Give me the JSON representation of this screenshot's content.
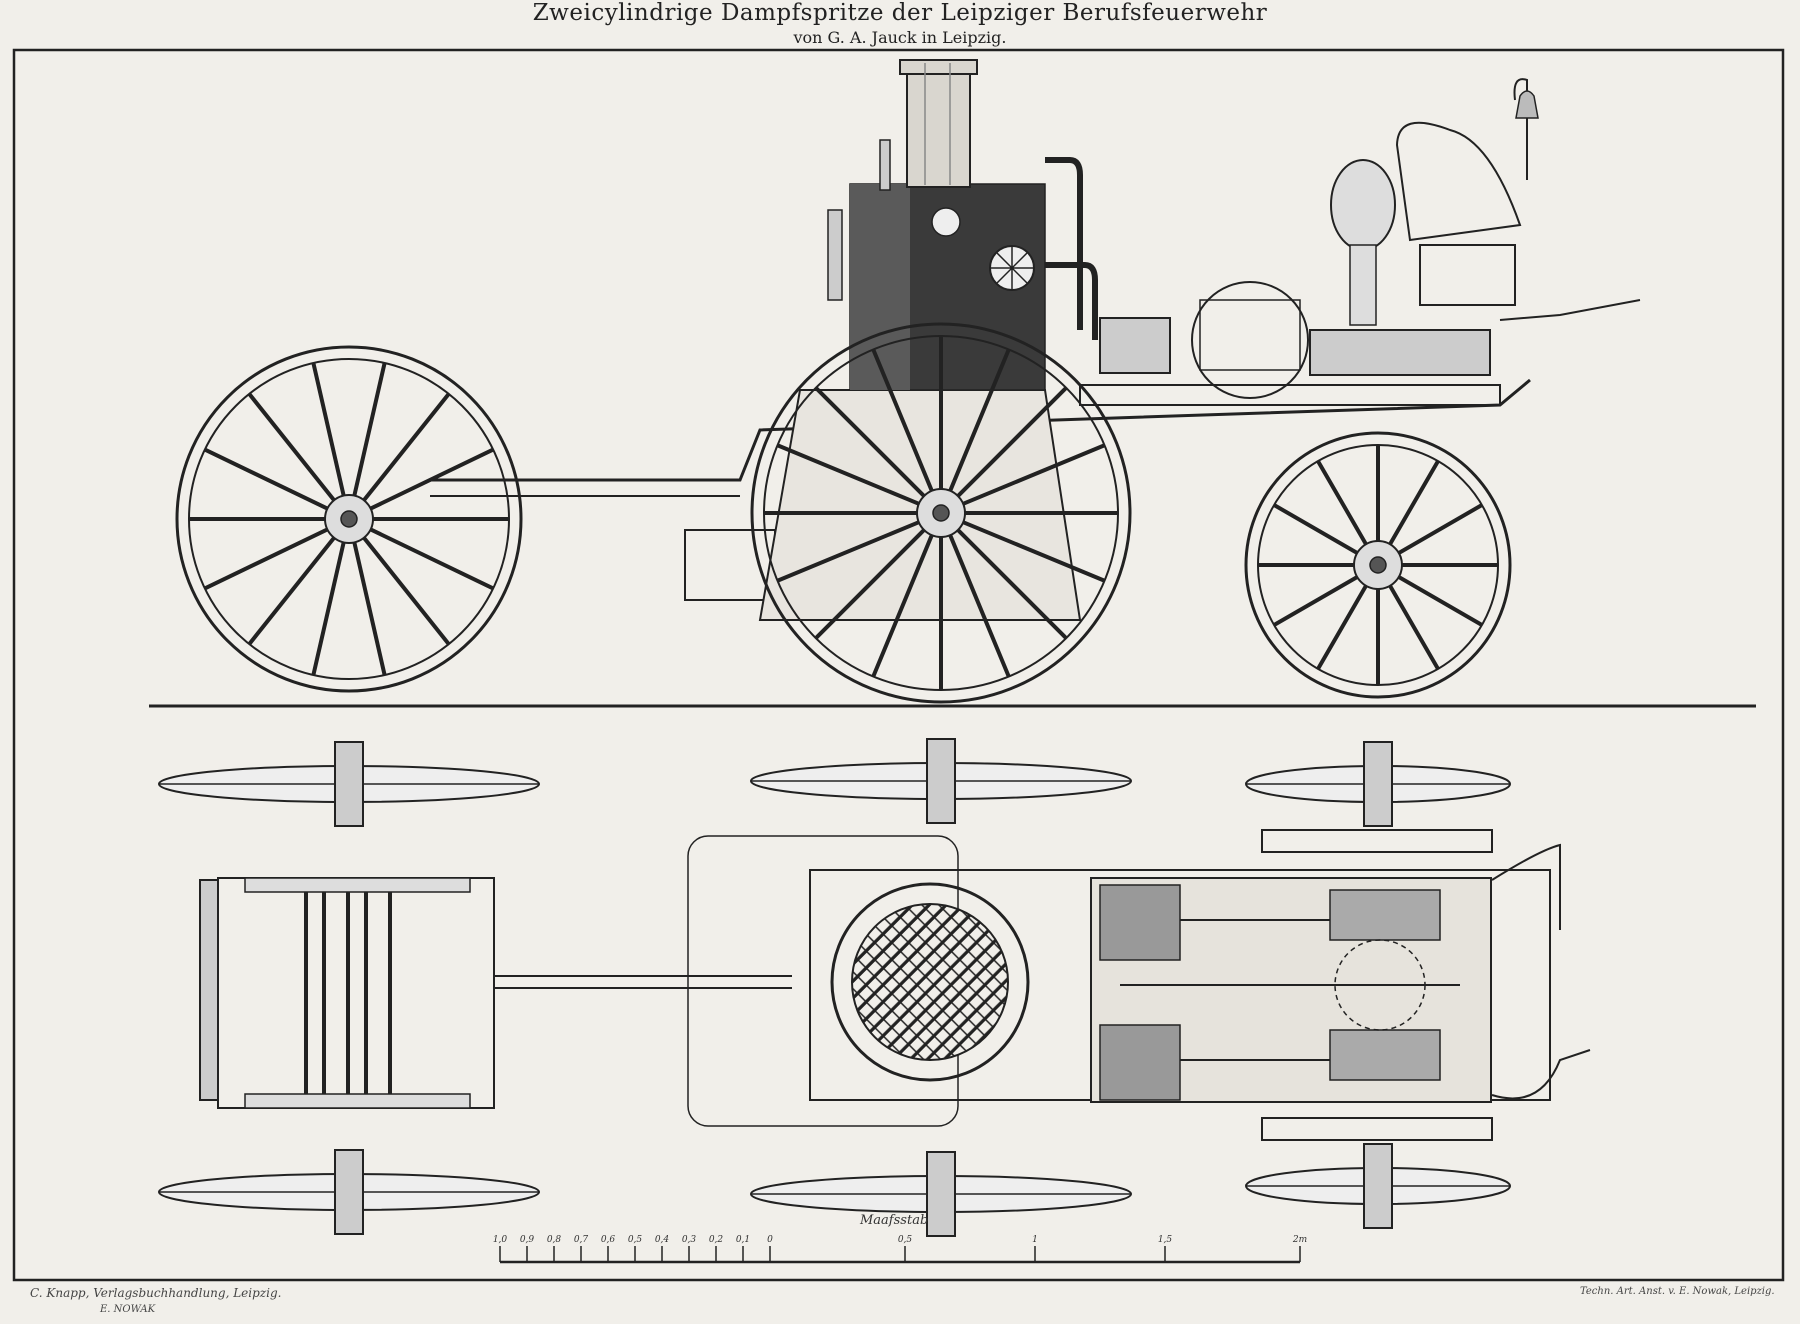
{
  "plate": {
    "title": "Zweicylindrige Dampfspritze der Leipziger Berufsfeuerwehr",
    "subtitle": "von G. A. Jauck in Leipzig."
  },
  "scale_bar": {
    "label": "Maafsstab",
    "ticks": [
      "1,0",
      "0,9",
      "0,8",
      "0,7",
      "0,6",
      "0,5",
      "0,4",
      "0,3",
      "0,2",
      "0,1",
      "0",
      "0,5",
      "1",
      "1,5",
      "2m"
    ]
  },
  "credits": {
    "publisher": "C. Knapp, Verlagsbuchhandlung, Leipzig.",
    "engraver": "E. NOWAK",
    "printer": "Techn. Art. Anst. v. E. Nowak, Leipzig."
  },
  "colors": {
    "paper": "#f1efea",
    "ink": "#222222"
  }
}
